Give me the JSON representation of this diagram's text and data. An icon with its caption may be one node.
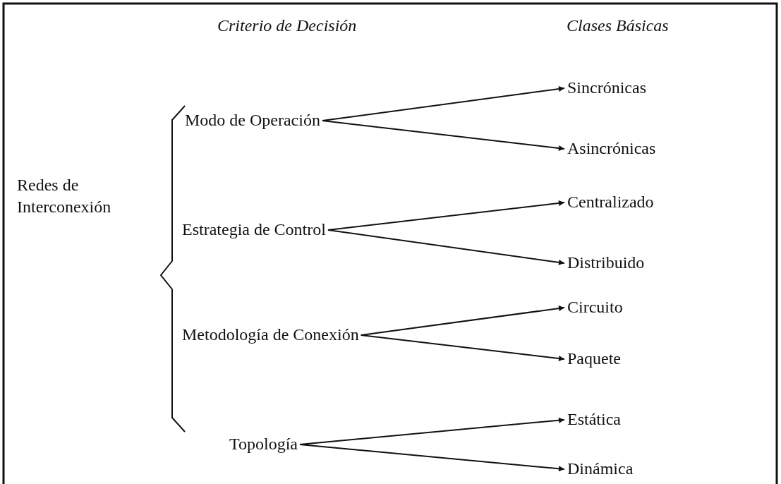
{
  "diagram": {
    "nodes": [
      {
        "text": [
          "Redes de Interconexión"
        ]
      },
      {
        "text": [
          "Modo de Operación"
        ]
      },
      {
        "text": [
          "Sincrónicas"
        ]
      },
      {
        "text": [
          "Asincrónicas"
        ]
      },
      {
        "text": [
          "Estrategia de Control"
        ]
      },
      {
        "text": [
          "Centralizado"
        ]
      },
      {
        "text": [
          "Distribuido"
        ]
      },
      {
        "text": [
          "Metodología de Conexión"
        ]
      },
      {
        "text": [
          "Circuito"
        ]
      },
      {
        "text": [
          "Paquete"
        ]
      },
      {
        "text": [
          "Topología"
        ]
      },
      {
        "text": [
          "Estática"
        ]
      },
      {
        "text": [
          "Dinámica"
        ]
      }
    ],
    "edges": [
      {
        "from": 1,
        "to": 2,
        "arrow": "to"
      },
      {
        "from": 1,
        "to": 3,
        "arrow": "to"
      },
      {
        "from": 4,
        "to": 5,
        "arrow": "to"
      },
      {
        "from": 4,
        "to": 6,
        "arrow": "to"
      },
      {
        "from": 7,
        "to": 8,
        "arrow": "to"
      },
      {
        "from": 7,
        "to": 9,
        "arrow": "to"
      },
      {
        "from": 10,
        "to": 11,
        "arrow": "to"
      },
      {
        "from": 10,
        "to": 12,
        "arrow": "to"
      }
    ],
    "labels": [
      "Criterio de Decisión",
      "Clases Básicas"
    ]
  }
}
